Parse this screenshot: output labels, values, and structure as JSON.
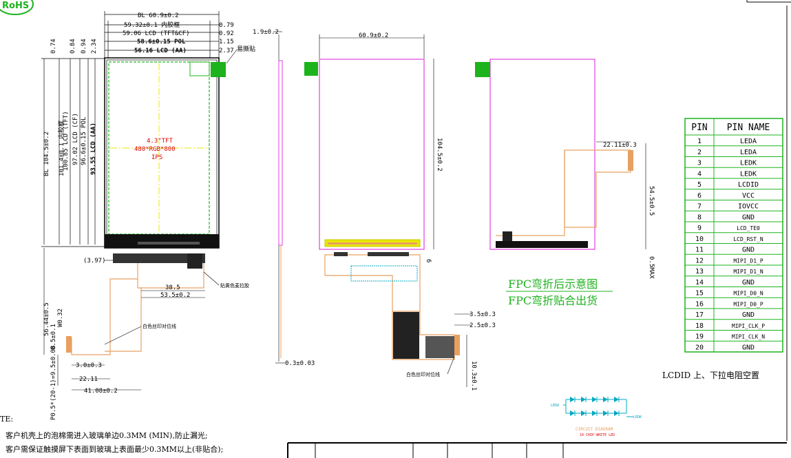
{
  "rohs": "RoHS",
  "front_view": {
    "top_dims": [
      {
        "label": "BL  60.9±0.2"
      },
      {
        "label": "59.32±0.1 内胶框",
        "right": "0.79"
      },
      {
        "label": "59.06 LCD (TFT&CF)",
        "right": "0.92"
      },
      {
        "label": "58.6±0.15 POL",
        "right": "1.15"
      },
      {
        "label": "56.16 LCD (AA)",
        "right": "2.37"
      }
    ],
    "left_offsets": [
      "0.74",
      "0.84",
      "0.94",
      "2.34"
    ],
    "top_left_label": "1.9±0.2",
    "vertical_dims": [
      "BL 104.5±0.2",
      "101.4±0.1 内胶框",
      "100.85 LCD (TFT)",
      "97.02 LCD (CF)",
      "96.6±0.15 POL",
      "93.55 LCD (AA)"
    ],
    "easy_tear_label": "易撕贴",
    "panel_text": [
      "4.3\"TFT",
      "480*RGB*800",
      "IPS"
    ],
    "fpc_offset": "(3.97)",
    "dim_38_5": "38.5",
    "dim_53_5": "53.5±0.2",
    "yellow_tape_label": "贴黄色麦拉胶",
    "white_line_label": "白色丝印对位线",
    "left_dims": [
      "56.44±0.5",
      "W0.32",
      "0.5±0.1",
      "P0.5*(20-1)=9.5±0.08"
    ],
    "bottom_dims": [
      "3.0±0.3",
      "22.11",
      "41.08±0.2"
    ]
  },
  "side_view": {
    "bottom_label": "0.3±0.03"
  },
  "back_view": {
    "width_dim": "60.9±0.2",
    "height_dim": "104.5±0.2",
    "dim_6": "6",
    "dims_right": [
      "3.5±0.3",
      "2.5±0.3",
      "10.3±0.1"
    ],
    "white_line_label": "白色丝印对位线"
  },
  "folded_view": {
    "dim_22_11": "22.11±0.3",
    "dim_54_5": "54.5±0.5",
    "dim_max": "0.5MAX",
    "caption_1": "FPC弯折后示意图",
    "caption_2": "FPC弯折贴合出货"
  },
  "pin_table": {
    "headers": [
      "PIN",
      "PIN  NAME"
    ],
    "rows": [
      [
        "1",
        "LEDA"
      ],
      [
        "2",
        "LEDA"
      ],
      [
        "3",
        "LEDK"
      ],
      [
        "4",
        "LEDK"
      ],
      [
        "5",
        "LCDID"
      ],
      [
        "6",
        "VCC"
      ],
      [
        "7",
        "IOVCC"
      ],
      [
        "8",
        "GND"
      ],
      [
        "9",
        "LCD_TE0"
      ],
      [
        "10",
        "LCD_RST_N"
      ],
      [
        "11",
        "GND"
      ],
      [
        "12",
        "MIPI_D1_P"
      ],
      [
        "13",
        "MIPI_D1_N"
      ],
      [
        "14",
        "GND"
      ],
      [
        "15",
        "MIPI_D0_N"
      ],
      [
        "16",
        "MIPI_D0_P"
      ],
      [
        "17",
        "GND"
      ],
      [
        "18",
        "MIPI_CLK_P"
      ],
      [
        "19",
        "MIPI_CLK_N"
      ],
      [
        "20",
        "GND"
      ]
    ],
    "lcdid_note": "LCDID 上、下拉电阻空置"
  },
  "circuit": {
    "leda": "LEDA",
    "ledk": "LEDK",
    "title": "CIRCUIT DIAGRAM",
    "subtitle": "10 CHIP-WHITE LED"
  },
  "notes": {
    "title": "TE:",
    "lines": [
      "客户机壳上的泡棉需进入玻璃单边0.3MM (MIN),防止漏光;",
      "客户需保证触摸屏下表面到玻璃上表面最少0.3MM以上(非贴合);"
    ]
  },
  "colors": {
    "green": "#1db31d",
    "magenta": "#e040e0",
    "orange": "#e8a060",
    "cyan": "#00a8c0",
    "yellow": "#e8e800",
    "red": "#e00000"
  }
}
